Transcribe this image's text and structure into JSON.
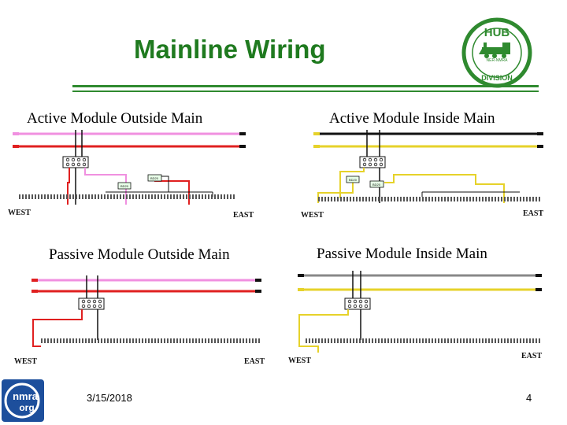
{
  "slide": {
    "title": "Mainline Wiring",
    "date": "3/15/2018",
    "page_number": "4"
  },
  "logos": {
    "hub": {
      "top_text": "HUB",
      "bottom_text": "DIVISION",
      "middle_text": "NER-NMRA"
    },
    "nmra": {
      "text_top": "nmra",
      "text_bottom": "org"
    }
  },
  "panels": [
    {
      "title": "Active Module Outside Main",
      "west": "WEST",
      "east": "EAST",
      "block_labels": [
        "BD20",
        "BD20"
      ]
    },
    {
      "title": "Active Module Inside Main",
      "west": "WEST",
      "east": "EAST",
      "block_labels": [
        "BD20",
        "BD20"
      ]
    },
    {
      "title": "Passive Module Outside Main",
      "west": "WEST",
      "east": "EAST"
    },
    {
      "title": "Passive Module Inside Main",
      "west": "WEST",
      "east": "EAST"
    }
  ],
  "colors": {
    "title_green": "#1f7a1f",
    "red_bus": "#e02020",
    "pink_bus": "#f090e0",
    "yellow_bus": "#e6d22a",
    "black_bus": "#111111"
  }
}
